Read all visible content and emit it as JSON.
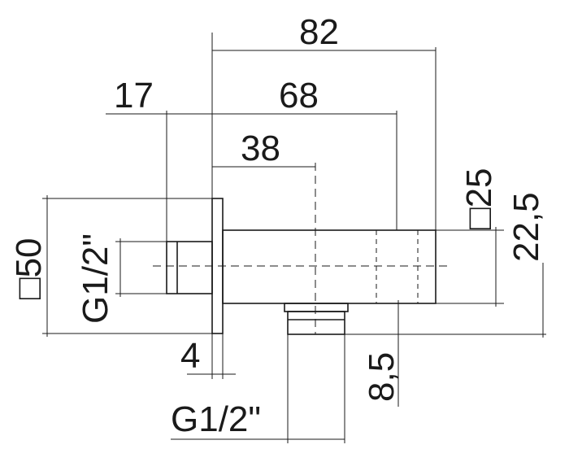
{
  "dimensions": {
    "overall_length": "82",
    "thread_length": "17",
    "body_length": "68",
    "outlet_position": "38",
    "square_body": "□25",
    "outlet_offset": "22,5",
    "flange_square": "□50",
    "inlet_thread": "G1/2\"",
    "flange_thickness": "4",
    "outlet_thread": "G1/2\"",
    "outlet_height": "8,5"
  }
}
